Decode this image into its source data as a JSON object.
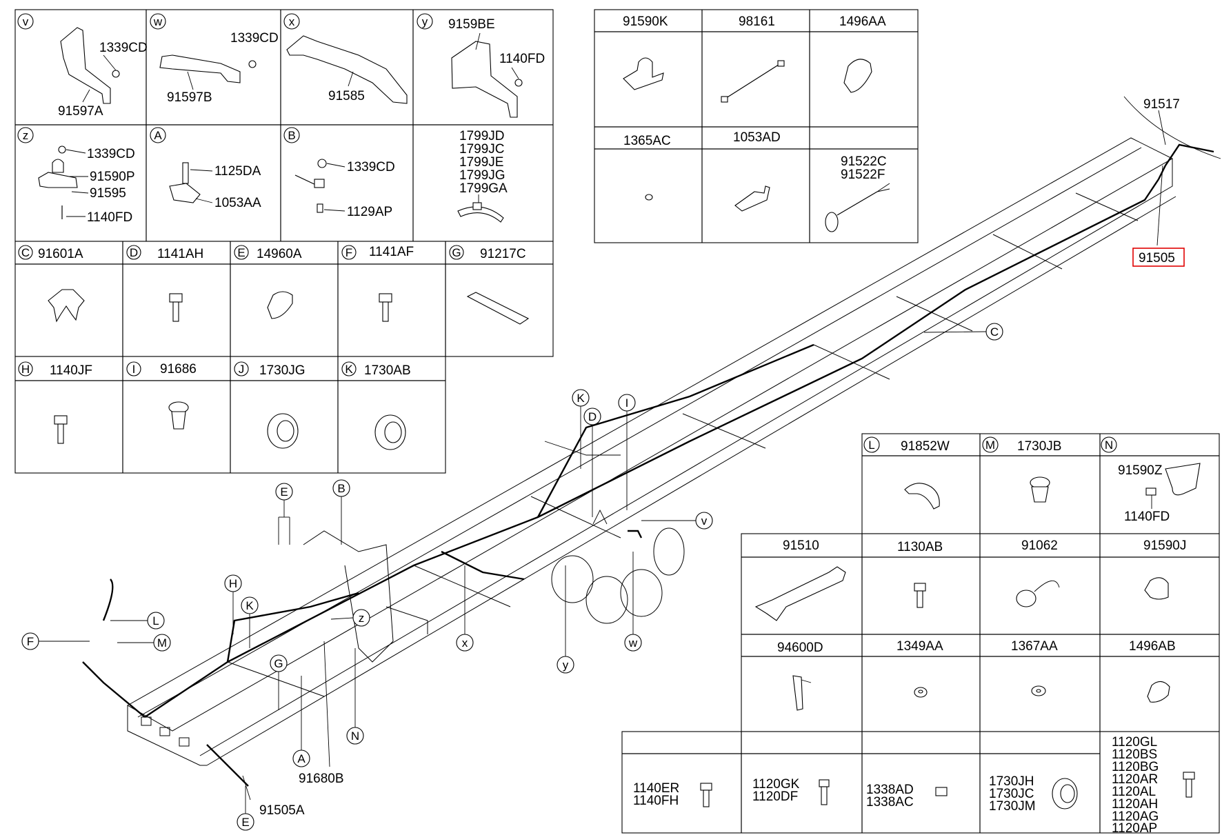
{
  "grid1": {
    "cells": [
      {
        "letter": "v",
        "parts": [
          "1339CD",
          "91597A"
        ]
      },
      {
        "letter": "w",
        "parts": [
          "1339CD",
          "91597B"
        ]
      },
      {
        "letter": "x",
        "parts": [
          "91585"
        ]
      },
      {
        "letter": "y",
        "parts": [
          "9159BE",
          "1140FD"
        ]
      },
      {
        "letter": "z",
        "parts": [
          "1339CD",
          "91590P",
          "91595",
          "1140FD"
        ]
      },
      {
        "letter": "A",
        "parts": [
          "1125DA",
          "1053AA"
        ]
      },
      {
        "letter": "B",
        "parts": [
          "1339CD",
          "1129AP"
        ]
      },
      {
        "letter": "",
        "parts": [
          "1799JD",
          "1799JC",
          "1799JE",
          "1799JG",
          "1799GA"
        ]
      }
    ]
  },
  "grid2": {
    "cells": [
      {
        "letter": "C",
        "part": "91601A"
      },
      {
        "letter": "D",
        "part": "1141AH"
      },
      {
        "letter": "E",
        "part": "14960A"
      },
      {
        "letter": "F",
        "part": "1141AF"
      },
      {
        "letter": "G",
        "part": "91217C"
      },
      {
        "letter": "H",
        "part": "1140JF"
      },
      {
        "letter": "I",
        "part": "91686"
      },
      {
        "letter": "J",
        "part": "1730JG"
      },
      {
        "letter": "K",
        "part": "1730AB"
      }
    ]
  },
  "grid3": {
    "cells": [
      {
        "parts": [
          "91590K"
        ]
      },
      {
        "parts": [
          "98161"
        ]
      },
      {
        "parts": [
          "1496AA"
        ]
      },
      {
        "parts": [
          "1365AC"
        ]
      },
      {
        "parts": [
          "1053AD"
        ]
      },
      {
        "parts": [
          "91522C",
          "91522F"
        ]
      }
    ]
  },
  "grid4": {
    "top": [
      {
        "letter": "L",
        "part": "91852W"
      },
      {
        "letter": "M",
        "part": "1730JB"
      },
      {
        "letter": "N",
        "parts": [
          "91590Z",
          "1140FD"
        ]
      }
    ],
    "mid": [
      "91510",
      "1130AB",
      "91062",
      "91590J"
    ],
    "low": [
      "94600D",
      "1349AA",
      "1367AA",
      "1496AB"
    ],
    "bottom": [
      {
        "parts": [
          "1140ER",
          "1140FH"
        ]
      },
      {
        "parts": [
          "1120GK",
          "1120DF"
        ]
      },
      {
        "parts": [
          "1338AD",
          "1338AC"
        ]
      },
      {
        "parts": [
          "1730JH",
          "1730JC",
          "1730JM"
        ]
      },
      {
        "parts": [
          "1120GL",
          "1120BS",
          "1120BG",
          "1120AR",
          "1120AL",
          "1120AH",
          "1120AG",
          "1120AP"
        ]
      }
    ]
  },
  "main": {
    "labels": {
      "p91517": "91517",
      "p91505": "91505",
      "p91505A": "91505A",
      "p91680B": "91680B"
    },
    "callouts": {
      "C": "C",
      "K": "K",
      "D": "D",
      "I": "I",
      "v": "v",
      "E1": "E",
      "B": "B",
      "H": "H",
      "K2": "K",
      "z": "z",
      "L": "L",
      "F": "F",
      "M": "M",
      "G": "G",
      "x": "x",
      "y": "y",
      "w": "w",
      "N": "N",
      "A": "A",
      "E2": "E"
    }
  },
  "colors": {
    "highlight": "#e00000",
    "line": "#000000",
    "background": "#ffffff"
  }
}
